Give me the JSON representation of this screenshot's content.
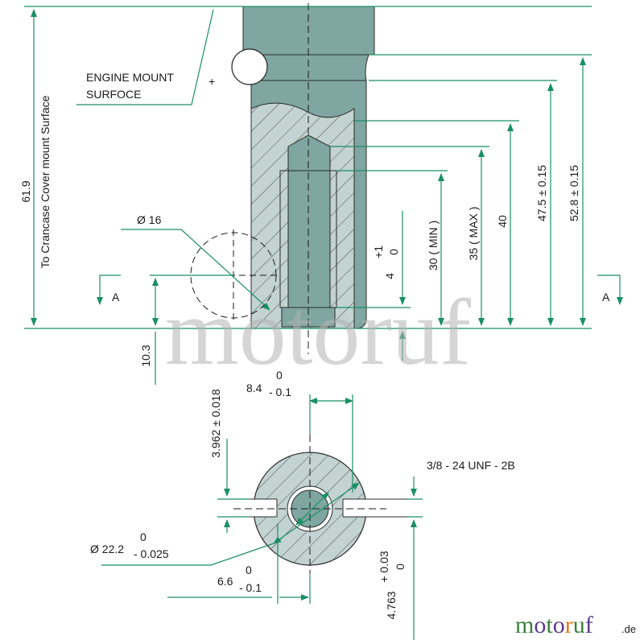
{
  "drawing": {
    "engine_mount_label": [
      "ENGINE MOUNT",
      "SURFOCE"
    ],
    "crankcase_ref_label": "To Crancase Cover mount Surface",
    "section_marker": "A",
    "dims": {
      "d619": "61.9",
      "d16": "Ø 16",
      "d103": "10.3",
      "tol4_value": "4",
      "tol4_plus": "+1",
      "tol4_minus": "0",
      "d30": "30 ( MIN )",
      "d35": "35 ( MAX )",
      "d40": "40",
      "d475": "47.5 ± 0.15",
      "d528": "52.8 ± 0.15",
      "d84_value": "8.4",
      "d84_upper": "0",
      "d84_lower": "- 0.1",
      "d3962": "3.962 ± 0.018",
      "thread": "3/8 - 24 UNF - 2B",
      "d222_value": "Ø 22.2",
      "d222_upper": "0",
      "d222_lower": "- 0.025",
      "d66_value": "6.6",
      "d66_upper": "0",
      "d66_lower": "- 0.1",
      "d4763_value": "4.763",
      "d4763_upper": "+ 0.03",
      "d4763_lower": "0"
    }
  },
  "watermark": "motoruf",
  "logo": {
    "text": "motoruf",
    "suffix": ".de"
  },
  "colors": {
    "line": "#1a8f64",
    "shaft_fill": "#7fa6a1",
    "shaft_dark": "#6c918c",
    "section_fill": "#c2d3d1",
    "outline": "#2b2b2b",
    "logo_green": "#3c7f3a",
    "logo_purple": "#5b3c8f",
    "logo_orange": "#e07b1a"
  }
}
